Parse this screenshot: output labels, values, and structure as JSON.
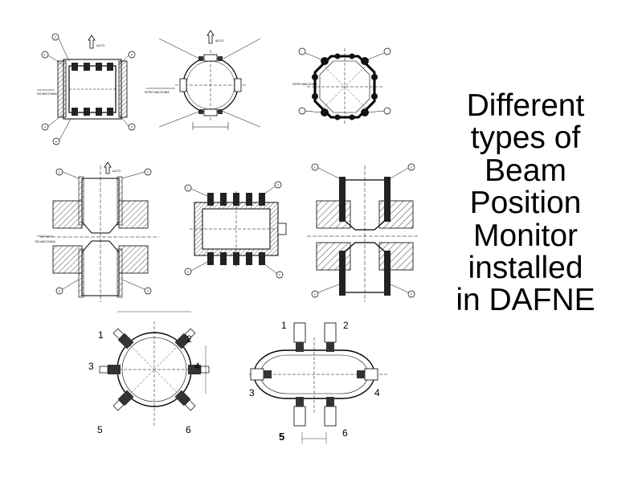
{
  "caption": {
    "lines": [
      "Different",
      "types of",
      "Beam",
      "Position",
      "Monitor",
      "installed",
      "in DAFNE"
    ]
  },
  "drawings": {
    "d1": {
      "top_label": "ALTO",
      "side_label": "RO MACCHINA",
      "markers": [
        "2",
        "1",
        "3",
        "4",
        "5",
        "6"
      ]
    },
    "d2": {
      "top_label": "ALTO",
      "side_label": "INTRO MACCHINA"
    },
    "d3": {
      "side_label": "INTRO MACCHINA"
    },
    "d4": {
      "top_label": "ALTO",
      "side_label": "RO MACCHINA",
      "markers": [
        "1",
        "2",
        "3",
        "4"
      ]
    },
    "d5": {
      "markers": [
        "1",
        "2",
        "3",
        "4"
      ]
    },
    "d6": {
      "markers": [
        "1",
        "2",
        "3",
        "4"
      ]
    },
    "d7": {
      "numbers": [
        "1",
        "2",
        "3",
        "4",
        "5",
        "6"
      ]
    },
    "d8": {
      "numbers": [
        "1",
        "2",
        "3",
        "4",
        "5",
        "6"
      ]
    }
  },
  "colors": {
    "line": "#000000",
    "hatch": "#555555",
    "background": "#ffffff"
  }
}
